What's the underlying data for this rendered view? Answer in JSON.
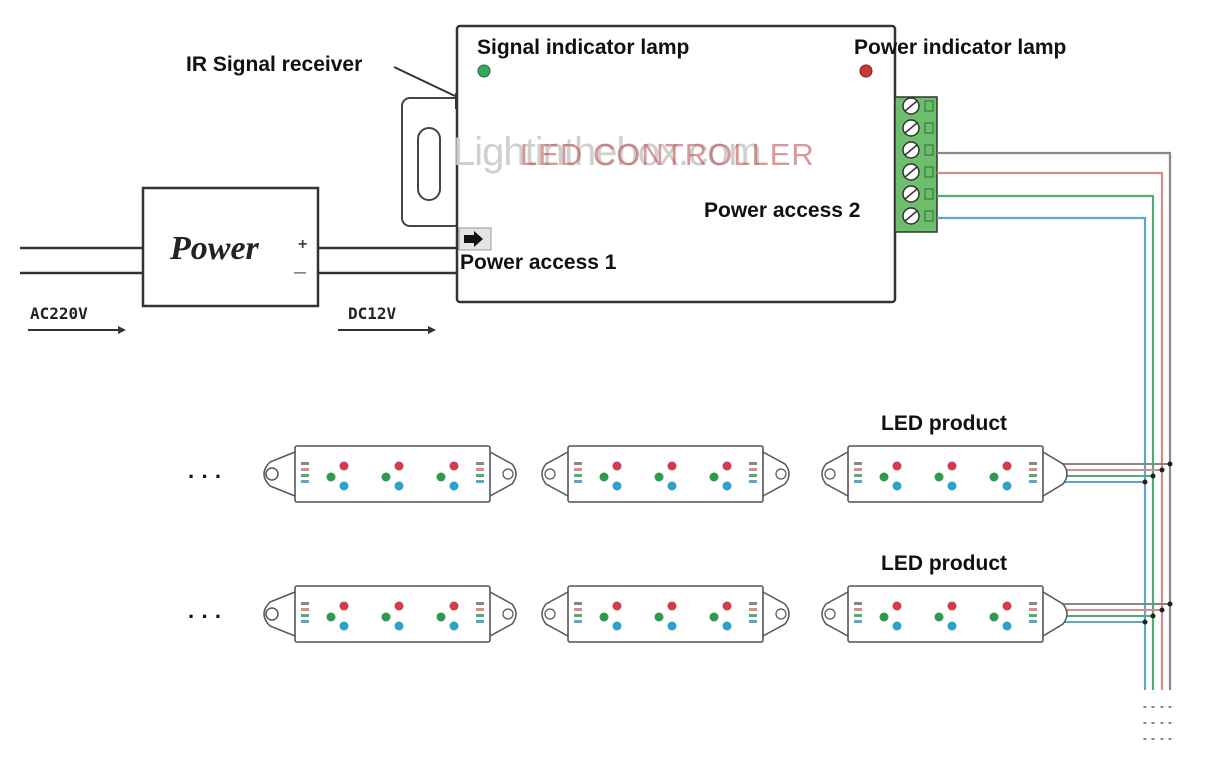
{
  "labels": {
    "ir_receiver": "IR Signal receiver",
    "signal_lamp": "Signal indicator lamp",
    "power_lamp": "Power indicator lamp",
    "power_access_2": "Power access 2",
    "power_access_1": "Power access 1",
    "power_box": "Power",
    "plus": "+",
    "minus": "—",
    "ac_input": "AC220V",
    "dc_output": "DC12V",
    "led_product_1": "LED product",
    "led_product_2": "LED product",
    "ellipsis_1": "· · ·",
    "ellipsis_2": "· · ·"
  },
  "watermark": {
    "brand": "Lightinthebox.com",
    "controller_text": "LED CONTROLLER"
  },
  "colors": {
    "line": "#333333",
    "wire_red": "#d98a8a",
    "wire_green": "#4caf73",
    "wire_blue": "#5fa6c9",
    "wire_black": "#888888",
    "terminal": "#6dbf6d",
    "led_red": "#d33a4a",
    "led_green": "#2f9a4e",
    "led_blue": "#2fa0c9",
    "signal_lamp": "#35a860",
    "power_lamp": "#c83a3a"
  },
  "led_strips": {
    "rows": 2,
    "modules_per_row": 3,
    "led_groups_per_module": 3
  }
}
